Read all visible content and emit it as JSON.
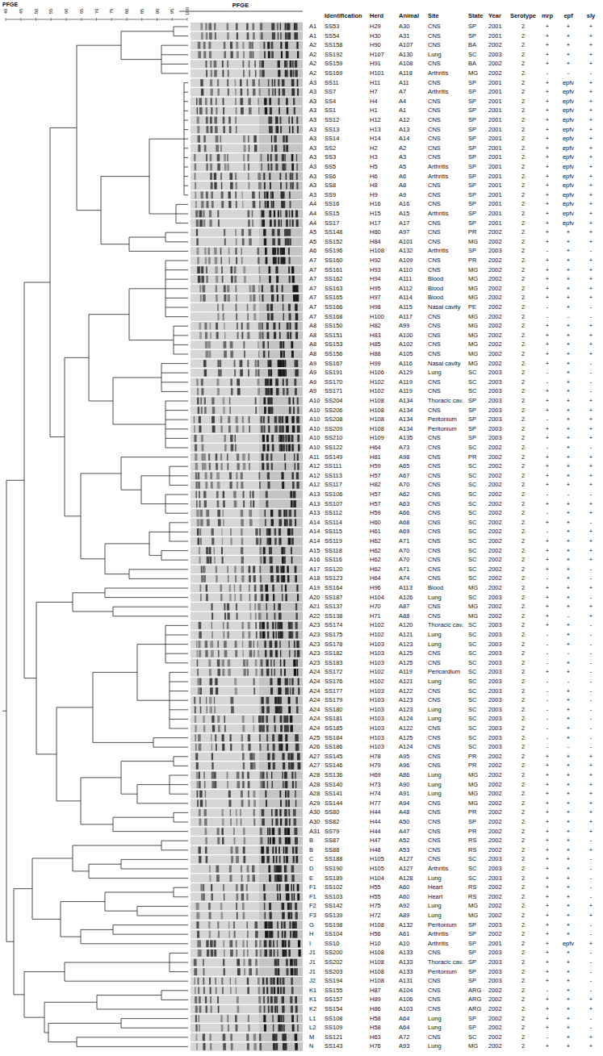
{
  "diagram": {
    "labels": [
      "PFGE",
      "PFGE",
      "40",
      "45",
      "50",
      "55",
      "60",
      "65",
      "70",
      "75",
      "80",
      "85",
      "90",
      "95",
      "100",
      "Identification",
      "Herd",
      "Animal",
      "Site",
      "State",
      "Year",
      "Serotype",
      "mrp",
      "epf",
      "sly",
      "A1",
      "SS53",
      "H29",
      "A30",
      "CNS",
      "SP",
      "2001",
      "2",
      "+",
      "+",
      "+",
      "A1",
      "SS54",
      "H30",
      "A31",
      "CNS",
      "SP",
      "2001",
      "2",
      "+",
      "+",
      "+",
      "A2",
      "SS158",
      "H90",
      "A107",
      "CNS",
      "BA",
      "2002",
      "2",
      "+",
      "+",
      "+",
      "A2",
      "SS192",
      "H107",
      "A130",
      "Lung",
      "SC",
      "2003",
      "2",
      "+",
      "+",
      "+",
      "A2",
      "SS159",
      "H91",
      "A108",
      "CNS",
      "BA",
      "2002",
      "2",
      "+",
      "+",
      "+",
      "A2",
      "SS169",
      "H101",
      "A118",
      "Arthritis",
      "MG",
      "2002",
      "2",
      "-",
      "-",
      "-",
      "A3",
      "SS11",
      "H11",
      "A11",
      "CNS",
      "SP",
      "2001",
      "2",
      "+",
      "epfv",
      "+",
      "A3",
      "SS7",
      "H7",
      "A7",
      "Arthritis",
      "SP",
      "2001",
      "2",
      "+",
      "epfv",
      "+",
      "A3",
      "SS4",
      "H4",
      "A4",
      "CNS",
      "SP",
      "2001",
      "2",
      "+",
      "epfv",
      "+",
      "A3",
      "SS1",
      "H1",
      "A1",
      "CNS",
      "SP",
      "2001",
      "2",
      "+",
      "epfv",
      "+",
      "A3",
      "SS12",
      "H12",
      "A12",
      "CNS",
      "SP",
      "2001",
      "2",
      "+",
      "epfv",
      "+",
      "A3",
      "SS13",
      "H13",
      "A13",
      "CNS",
      "SP",
      "2001",
      "2",
      "+",
      "epfv",
      "+",
      "A3",
      "SS14",
      "H14",
      "A14",
      "CNS",
      "SP",
      "2001",
      "2",
      "+",
      "epfv",
      "+",
      "A3",
      "SS2",
      "H2",
      "A2",
      "CNS",
      "SP",
      "2001",
      "2",
      "+",
      "epfv",
      "+",
      "A3",
      "SS3",
      "H3",
      "A3",
      "CNS",
      "SP",
      "2001",
      "2",
      "+",
      "epfv",
      "+",
      "A3",
      "SS5",
      "H5",
      "A5",
      "Arthritis",
      "SP",
      "2001",
      "2",
      "+",
      "epfv",
      "+",
      "A3",
      "SS6",
      "H6",
      "A6",
      "Arthritis",
      "SP",
      "2001",
      "2",
      "+",
      "epfv",
      "+",
      "A3",
      "SS8",
      "H8",
      "A8",
      "CNS",
      "SP",
      "2001",
      "2",
      "+",
      "epfv",
      "+",
      "A3",
      "SS9",
      "H9",
      "A9",
      "CNS",
      "SP",
      "2001",
      "2",
      "+",
      "epfv",
      "+",
      "A4",
      "SS16",
      "H16",
      "A16",
      "CNS",
      "SP",
      "2001",
      "2",
      "+",
      "epfv",
      "+",
      "A4",
      "SS15",
      "H15",
      "A15",
      "Arthritis",
      "SP",
      "2001",
      "2",
      "+",
      "epfv",
      "+",
      "A4",
      "SS17",
      "H17",
      "A17",
      "CNS",
      "SP",
      "2001",
      "2",
      "+",
      "epfv",
      "+",
      "A5",
      "SS148",
      "H80",
      "A97",
      "CNS",
      "PR",
      "2002",
      "2",
      "+",
      "+",
      "+",
      "A5",
      "SS152",
      "H84",
      "A101",
      "CNS",
      "MG",
      "2002",
      "2",
      "+",
      "+",
      "+",
      "A6",
      "SS196",
      "H108",
      "A132",
      "Arthritis",
      "SP",
      "2003",
      "2",
      "-",
      "+",
      "-",
      "A7",
      "SS160",
      "H92",
      "A109",
      "CNS",
      "PR",
      "2002",
      "2",
      "+",
      "+",
      "+",
      "A7",
      "SS161",
      "H93",
      "A110",
      "CNS",
      "MG",
      "2002",
      "2",
      "+",
      "+",
      "+",
      "A7",
      "SS162",
      "H94",
      "A111",
      "Blood",
      "MG",
      "2002",
      "2",
      "+",
      "+",
      "+",
      "A7",
      "SS163",
      "H95",
      "A112",
      "Blood",
      "MG",
      "2002",
      "2",
      "+",
      "+",
      "+",
      "A7",
      "SS165",
      "H97",
      "A114",
      "Blood",
      "MG",
      "2002",
      "2",
      "+",
      "+",
      "+",
      "A7",
      "SS166",
      "H98",
      "A115",
      "Nasal cavity",
      "PE",
      "2002",
      "2",
      "-",
      "+",
      "-",
      "A7",
      "SS168",
      "H100",
      "A117",
      "CNS",
      "MG",
      "2002",
      "2",
      "-",
      "-",
      "-",
      "A8",
      "SS150",
      "H82",
      "A99",
      "CNS",
      "MG",
      "2002",
      "2",
      "+",
      "+",
      "+",
      "A8",
      "SS151",
      "H83",
      "A100",
      "CNS",
      "MG",
      "2002",
      "2",
      "+",
      "+",
      "+",
      "A8",
      "SS153",
      "H85",
      "A102",
      "CNS",
      "MG",
      "2002",
      "2",
      "+",
      "+",
      "+",
      "A8",
      "SS156",
      "H88",
      "A105",
      "CNS",
      "MG",
      "2002",
      "2",
      "+",
      "+",
      "+",
      "A9",
      "SS167",
      "H99",
      "A116",
      "Nasal cavity",
      "MG",
      "2002",
      "2",
      "+",
      "+",
      "-",
      "A9",
      "SS191",
      "H106",
      "A129",
      "Lung",
      "SC",
      "2003",
      "2",
      "-",
      "+",
      "-",
      "A9",
      "SS170",
      "H102",
      "A119",
      "CNS",
      "SC",
      "2003",
      "2",
      "-",
      "+",
      "-",
      "A9",
      "SS171",
      "H102",
      "A119",
      "CNS",
      "SC",
      "2003",
      "2",
      "+",
      "+",
      "-",
      "A10",
      "SS204",
      "H108",
      "A134",
      "Thoracic cav.",
      "SP",
      "2003",
      "2",
      "+",
      "+",
      "+",
      "A10",
      "SS206",
      "H108",
      "A134",
      "CNS",
      "SP",
      "2003",
      "2",
      "+",
      "+",
      "+",
      "A10",
      "SS208",
      "H108",
      "A134",
      "Peritonium",
      "SP",
      "2003",
      "2",
      "-",
      "+",
      "+",
      "A10",
      "SS209",
      "H108",
      "A134",
      "Peritonium",
      "SP",
      "2003",
      "2",
      "+",
      "+",
      "+",
      "A10",
      "SS210",
      "H109",
      "A135",
      "CNS",
      "SP",
      "2003",
      "2",
      "+",
      "+",
      "+",
      "A10",
      "SS122",
      "H64",
      "A73",
      "CNS",
      "SC",
      "2002",
      "2",
      "-",
      "+",
      "-",
      "A11",
      "SS149",
      "H81",
      "A98",
      "CNS",
      "PR",
      "2002",
      "2",
      "+",
      "+",
      "+",
      "A12",
      "SS111",
      "H59",
      "A65",
      "CNS",
      "SC",
      "2002",
      "2",
      "+",
      "+",
      "+",
      "A12",
      "SS113",
      "H57",
      "A67",
      "CNS",
      "SC",
      "2002",
      "2",
      "+",
      "+",
      "+",
      "A12",
      "SS117",
      "H82",
      "A70",
      "CNS",
      "SC",
      "2002",
      "2",
      "+",
      "+",
      "+",
      "A13",
      "SS106",
      "H57",
      "A62",
      "CNS",
      "SC",
      "2002",
      "2",
      "-",
      "-",
      "-",
      "A13",
      "SS107",
      "H57",
      "A63",
      "CNS",
      "SC",
      "2002",
      "2",
      "+",
      "+",
      "+",
      "A13",
      "SS112",
      "H59",
      "A66",
      "CNS",
      "SC",
      "2002",
      "2",
      "-",
      "+",
      "+",
      "A14",
      "SS114",
      "H60",
      "A68",
      "CNS",
      "SC",
      "2002",
      "2",
      "+",
      "+",
      "-",
      "A14",
      "SS115",
      "H61",
      "A69",
      "CNS",
      "SC",
      "2002",
      "2",
      "-",
      "+",
      "+",
      "A14",
      "SS119",
      "H62",
      "A71",
      "CNS",
      "SC",
      "2002",
      "2",
      "+",
      "+",
      "+",
      "A15",
      "SS118",
      "H62",
      "A70",
      "CNS",
      "SC",
      "2002",
      "2",
      "+",
      "+",
      "+",
      "A16",
      "SS116",
      "H62",
      "A70",
      "CNS",
      "SC",
      "2002",
      "2",
      "+",
      "+",
      "+",
      "A17",
      "SS120",
      "H62",
      "A71",
      "CNS",
      "SC",
      "2002",
      "2",
      "+",
      "+",
      "-",
      "A18",
      "SS123",
      "H64",
      "A74",
      "CNS",
      "SC",
      "2002",
      "2",
      "-",
      "+",
      "-",
      "A19",
      "SS164",
      "H96",
      "A113",
      "Blood",
      "MG",
      "2002",
      "2",
      "+",
      "+",
      "+",
      "A20",
      "SS187",
      "H104",
      "A126",
      "Lung",
      "SC",
      "2003",
      "2",
      "+",
      "+",
      "-",
      "A21",
      "SS137",
      "H70",
      "A87",
      "CNS",
      "MG",
      "2002",
      "2",
      "+",
      "+",
      "+",
      "A22",
      "SS138",
      "H71",
      "A88",
      "CNS",
      "MG",
      "2002",
      "2",
      "+",
      "-",
      "+",
      "A23",
      "SS174",
      "H102",
      "A120",
      "Thoracic cav.",
      "SC",
      "2003",
      "2",
      "+",
      "+",
      "-",
      "A23",
      "SS175",
      "H102",
      "A121",
      "Lung",
      "SC",
      "2003",
      "2",
      "-",
      "+",
      "-",
      "A23",
      "SS178",
      "H103",
      "A123",
      "Lung",
      "SC",
      "2003",
      "2",
      "-",
      "+",
      "-",
      "A23",
      "SS182",
      "H103",
      "A125",
      "CNS",
      "SC",
      "2003",
      "2",
      "-",
      "-",
      "-",
      "A23",
      "SS183",
      "H103",
      "A125",
      "CNS",
      "SC",
      "2003",
      "2",
      "-",
      "+",
      "-",
      "A24",
      "SS172",
      "H102",
      "A119",
      "Pericardium",
      "SC",
      "2003",
      "2",
      "+",
      "+",
      "-",
      "A24",
      "SS176",
      "H102",
      "A121",
      "Lung",
      "SC",
      "2003",
      "2",
      "-",
      "-",
      "-",
      "A24",
      "SS177",
      "H103",
      "A122",
      "CNS",
      "SC",
      "2003",
      "2",
      "-",
      "+",
      "-",
      "A24",
      "SS179",
      "H103",
      "A123",
      "CNS",
      "SC",
      "2003",
      "2",
      "-",
      "+",
      "-",
      "A24",
      "SS180",
      "H103",
      "A123",
      "Lung",
      "SC",
      "2003",
      "2",
      "-",
      "+",
      "-",
      "A24",
      "SS181",
      "H103",
      "A124",
      "Lung",
      "SC",
      "2003",
      "2",
      "-",
      "+",
      "-",
      "A24",
      "SS185",
      "H103",
      "A122",
      "CNS",
      "SC",
      "2003",
      "2",
      "-",
      "+",
      "-",
      "A25",
      "SS184",
      "H103",
      "A125",
      "CNS",
      "SC",
      "2003",
      "2",
      "-",
      "+",
      "-",
      "A26",
      "SS186",
      "H103",
      "A124",
      "CNS",
      "SC",
      "2003",
      "2",
      "-",
      "-",
      "-",
      "A27",
      "SS145",
      "H78",
      "A95",
      "CNS",
      "PR",
      "2002",
      "2",
      "+",
      "+",
      "+",
      "A27",
      "SS146",
      "H79",
      "A96",
      "CNS",
      "PR",
      "2002",
      "2",
      "+",
      "+",
      "+",
      "A28",
      "SS136",
      "H69",
      "A86",
      "Lung",
      "MG",
      "2002",
      "2",
      "+",
      "+",
      "+",
      "A28",
      "SS140",
      "H73",
      "A90",
      "Lung",
      "MG",
      "2002",
      "2",
      "+",
      "+",
      "+",
      "A28",
      "SS141",
      "H74",
      "A91",
      "Lung",
      "MG",
      "2002",
      "2",
      "+",
      "+",
      "+",
      "A29",
      "SS144",
      "H77",
      "A94",
      "CNS",
      "MG",
      "2002",
      "2",
      "+",
      "+",
      "+",
      "A30",
      "SS80",
      "H44",
      "A48",
      "CNS",
      "PR",
      "2002",
      "2",
      "+",
      "+",
      "+",
      "A30",
      "SS82",
      "H44",
      "A50",
      "CNS",
      "SP",
      "2002",
      "2",
      "+",
      "+",
      "+",
      "A31",
      "SS79",
      "H44",
      "A47",
      "CNS",
      "PR",
      "2002",
      "2",
      "+",
      "+",
      "+",
      "B",
      "SS87",
      "H47",
      "A52",
      "CNS",
      "RS",
      "2002",
      "2",
      "+",
      "+",
      "-",
      "B",
      "SS88",
      "H48",
      "A53",
      "CNS",
      "RS",
      "2002",
      "2",
      "+",
      "+",
      "+",
      "C",
      "SS188",
      "H105",
      "A127",
      "CNS",
      "SC",
      "2003",
      "2",
      "+",
      "+",
      "-",
      "D",
      "SS190",
      "H105",
      "A127",
      "Arthritis",
      "SC",
      "2003",
      "2",
      "+",
      "+",
      "-",
      "E",
      "SS189",
      "H104",
      "A128",
      "Lung",
      "SC",
      "2003",
      "2",
      "+",
      "+",
      "-",
      "F1",
      "SS102",
      "H55",
      "A60",
      "Heart",
      "RS",
      "2002",
      "2",
      "+",
      "+",
      "-",
      "F1",
      "SS103",
      "H55",
      "A60",
      "Heart",
      "RS",
      "2002",
      "2",
      "+",
      "+",
      "-",
      "F2",
      "SS142",
      "H75",
      "A92",
      "Lung",
      "MG",
      "2002",
      "2",
      "+",
      "+",
      "+",
      "F3",
      "SS139",
      "H72",
      "A89",
      "Lung",
      "MG",
      "2002",
      "2",
      "+",
      "+",
      "+",
      "G",
      "SS198",
      "H108",
      "A132",
      "Peritonium",
      "SP",
      "2003",
      "2",
      "+",
      "+",
      "-",
      "H",
      "SS104",
      "H56",
      "A61",
      "Arthritis",
      "SP",
      "2002",
      "2",
      "+",
      "+",
      "-",
      "I",
      "SS10",
      "H10",
      "A10",
      "Arthritis",
      "SP",
      "2001",
      "2",
      "+",
      "epfv",
      "+",
      "J1",
      "SS200",
      "H108",
      "A133",
      "CNS",
      "SP",
      "2003",
      "2",
      "+",
      "+",
      "-",
      "J1",
      "SS202",
      "H108",
      "A133",
      "Thoracic cav.",
      "SP",
      "2003",
      "2",
      "+",
      "+",
      "-",
      "J1",
      "SS203",
      "H108",
      "A133",
      "Peritonium",
      "SP",
      "2003",
      "2",
      "+",
      "+",
      "-",
      "J2",
      "SS194",
      "H108",
      "A131",
      "CNS",
      "SP",
      "2003",
      "2",
      "+",
      "+",
      "-",
      "K1",
      "SS155",
      "H87",
      "A104",
      "CNS",
      "ARG",
      "2002",
      "2",
      "-",
      "+",
      "-",
      "K1",
      "SS157",
      "H89",
      "A106",
      "CNS",
      "ARG",
      "2002",
      "2",
      "+",
      "+",
      "+",
      "K2",
      "SS154",
      "H86",
      "A103",
      "CNS",
      "ARG",
      "2002",
      "2",
      "+",
      "+",
      "+",
      "L1",
      "SS108",
      "H58",
      "A64",
      "Lung",
      "SP",
      "2002",
      "2",
      "+",
      "+",
      "-",
      "L2",
      "SS109",
      "H58",
      "A64",
      "Lung",
      "SP",
      "2002",
      "2",
      "+",
      "+",
      "-",
      "M",
      "SS121",
      "H63",
      "A72",
      "CNS",
      "SC",
      "2002",
      "2",
      "-",
      "+",
      "+",
      "N",
      "SS143",
      "H76",
      "A93",
      "Lung",
      "MG",
      "2002",
      "2",
      "+",
      "+",
      "+"
    ]
  }
}
